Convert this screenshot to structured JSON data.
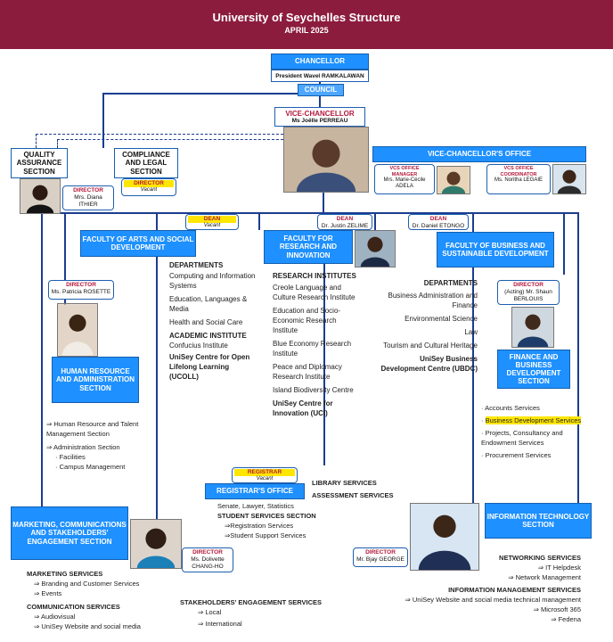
{
  "header": {
    "title": "University of Seychelles Structure",
    "date": "APRIL 2025"
  },
  "chancellor": {
    "title": "CHANCELLOR",
    "name": "President Wavel RAMKALAWAN"
  },
  "council": "COUNCIL",
  "vc": {
    "title": "VICE-CHANCELLOR",
    "name": "Ms Joëlle PERREAU"
  },
  "vc_office": {
    "title": "VICE-CHANCELLOR'S OFFICE",
    "manager_role": "VCs OFFICE MANAGER",
    "manager_name": "Mrs. Marie-Cécile ADELA",
    "coordinator_role": "VCs OFFICE COORDINATOR",
    "coordinator_name": "Ms. Noritha LEGAIE"
  },
  "qa": {
    "title": "QUALITY ASSURANCE SECTION",
    "dir_role": "DIRECTOR",
    "dir_name": "Mrs. Diana ITHIER"
  },
  "compliance": {
    "title": "COMPLIANCE AND LEGAL SECTION",
    "dir_role": "DIRECTOR",
    "dir_name": "Vacant"
  },
  "arts": {
    "dean_role": "DEAN",
    "dean_name": "Vacant",
    "title": "FACULTY OF ARTS AND SOCIAL DEVELOPMENT",
    "dept_heading": "DEPARTMENTS",
    "depts": [
      "Computing and Information Systems",
      "Education, Languages & Media",
      "Health and Social Care"
    ],
    "inst_heading": "ACADEMIC INSTITUTE",
    "institutes": [
      "Confucius Institute"
    ],
    "ucoll": "UniSey Centre for Open Lifelong Learning (UCOLL)"
  },
  "research": {
    "dean_role": "DEAN",
    "dean_name": "Dr. Justin ZELIME",
    "title": "FACULTY FOR RESEARCH AND INNOVATION",
    "inst_heading": "RESEARCH INSTITUTES",
    "institutes": [
      "Creole Language and Culture Research Institute",
      "Education and Socio-Economic Research Institute",
      "Blue Economy Research Institute",
      "Peace and Diplomacy Research Institute",
      "Island Biodiversity Centre"
    ],
    "uci": "UniSey Centre for Innovation (UCI)"
  },
  "business": {
    "dean_role": "DEAN",
    "dean_name": "Dr. Daniel ETONGO",
    "title": "FACULTY OF BUSINESS AND SUSTAINABLE DEVELOPMENT",
    "dept_heading": "DEPARTMENTS",
    "depts": [
      "Business Administration and Finance",
      "Environmental Science",
      "Law",
      "Tourism and Cultural Heritage"
    ],
    "ubdc": "UniSey Business Development Centre (UBDC)"
  },
  "hr": {
    "dir_role": "DIRECTOR",
    "dir_name": "Ms. Patricia ROSETTE",
    "title": "HUMAN RESOURCE AND ADMINISTRATION SECTION",
    "items": [
      "Human Resource and Talent Management Section",
      "Administration Section"
    ],
    "subitems": [
      "Facilities",
      "Campus Management"
    ]
  },
  "finance": {
    "dir_role": "DIRECTOR",
    "dir_name": "(Acting) Mr. Shaun BERLOUIS",
    "title": "FINANCE AND BUSINESS DEVELOPMENT SECTION",
    "items": [
      "Accounts Services",
      "Business Development Services",
      "Projects, Consultancy and Endowment Services",
      "Procurement Services"
    ]
  },
  "registrar": {
    "role": "REGISTRAR",
    "name": "Vacant",
    "title": "REGISTRAR'S OFFICE",
    "library": "LIBRARY SERVICES",
    "assessment": "ASSESSMENT SERVICES",
    "senate": "Senate, Lawyer, Statistics",
    "student_heading": "STUDENT SERVICES SECTION",
    "student_items": [
      "Registration Services",
      "Student Support Services"
    ]
  },
  "marketing": {
    "title": "MARKETING, COMMUNICATIONS AND STAKEHOLDERS' ENGAGEMENT SECTION",
    "dir_role": "DIRECTOR",
    "dir_name": "Ms. Dolivette CHANG-HO",
    "mkt_heading": "MARKETING SERVICES",
    "mkt_items": [
      "Branding and Customer Services",
      "Events"
    ],
    "comm_heading": "COMMUNICATION SERVICES",
    "comm_items": [
      "Audiovisual",
      "UniSey Website and social media"
    ],
    "stake_heading": "STAKEHOLDERS' ENGAGEMENT SERVICES",
    "stake_items": [
      "Local",
      "International"
    ]
  },
  "it": {
    "title": "INFORMATION TECHNOLOGY SECTION",
    "dir_role": "DIRECTOR",
    "dir_name": "Mr. Bjay GEORGE",
    "net_heading": "NETWORKING SERVICES",
    "net_items": [
      "IT Helpdesk",
      "Network Management"
    ],
    "info_heading": "INFORMATION MANAGEMENT SERVICES",
    "info_items": [
      "UniSey Website and social media technical management",
      "Microsoft 365",
      "Fedena"
    ]
  },
  "colors": {
    "header": "#8c1c3d",
    "box": "#1e90ff",
    "line": "#1a3d8f",
    "role": "#b3183a",
    "highlight": "#ffe600"
  }
}
